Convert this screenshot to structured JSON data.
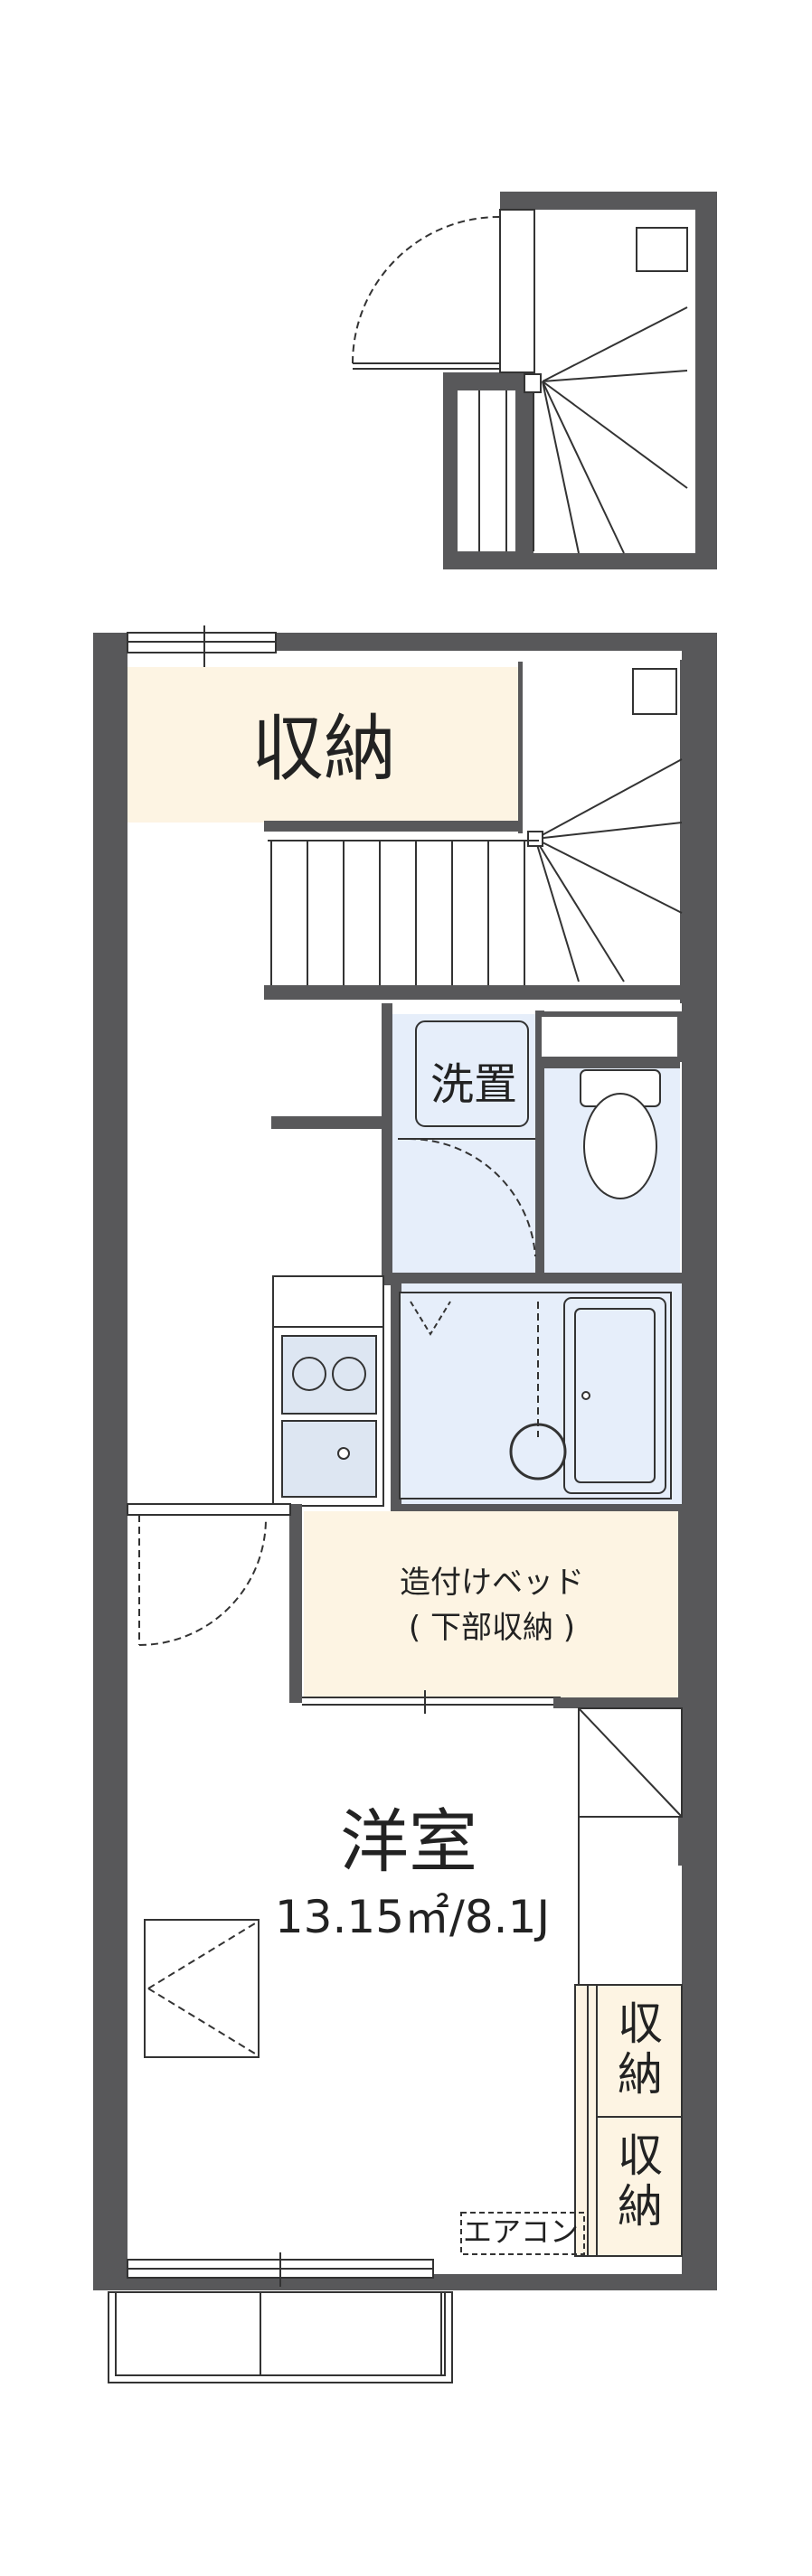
{
  "rooms": {
    "storage_top": "収納",
    "laundry": "洗置",
    "built_in_bed_line1": "造付けベッド",
    "built_in_bed_line2": "( 下部収納 )",
    "western_room": "洋室",
    "western_room_area": "13.15㎡/8.1J",
    "storage_small_1": "収納",
    "storage_small_2": "収納",
    "air_conditioner": "エアコン"
  },
  "colors": {
    "wall": "#58585a",
    "storage_fill": "#fdf4e3",
    "wet_area_fill": "#e6eefa",
    "line": "#333333"
  }
}
